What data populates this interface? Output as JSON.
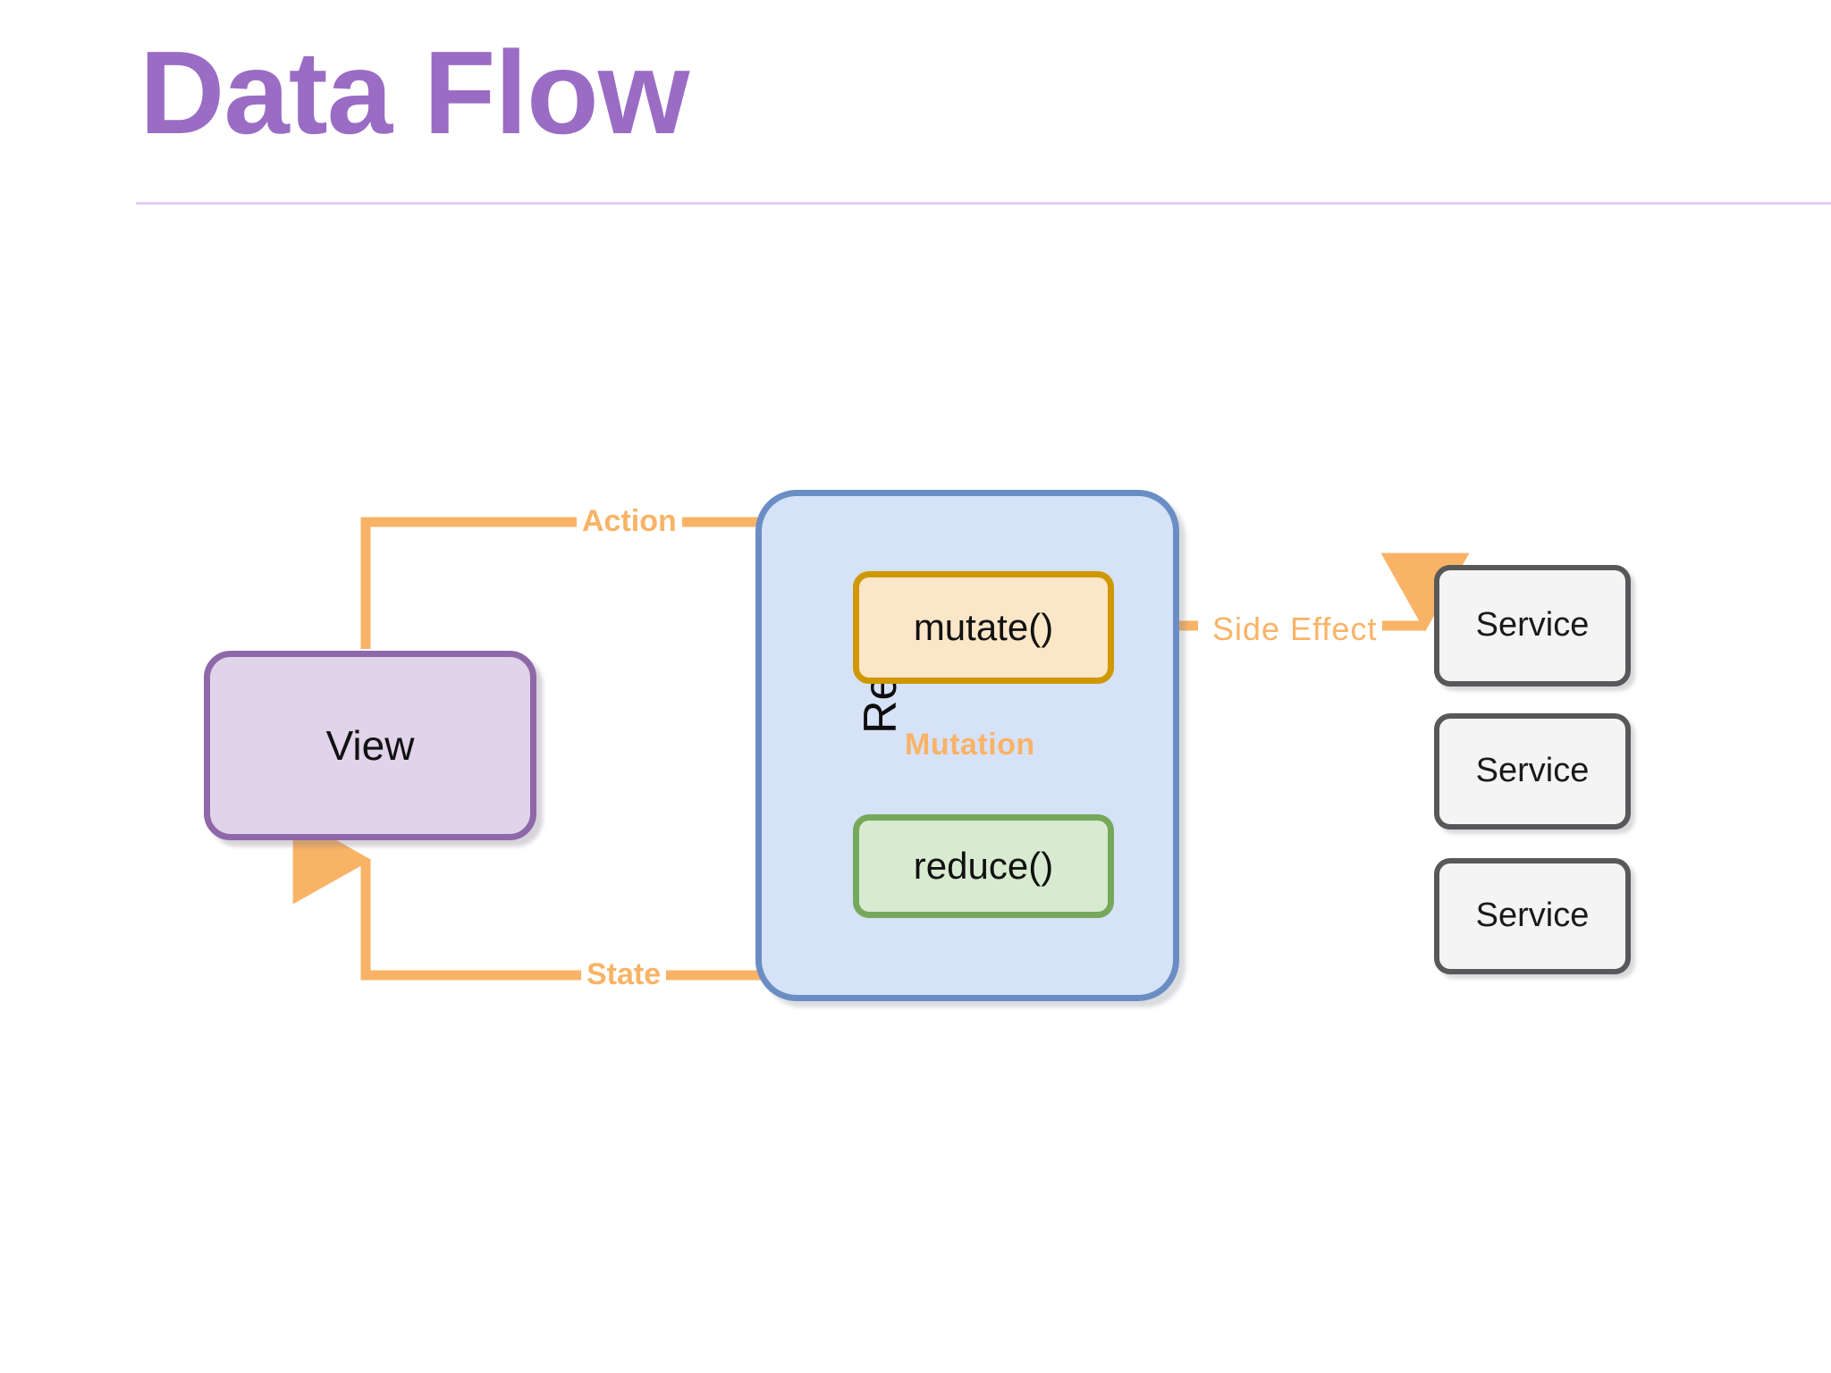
{
  "slide": {
    "title": "Data Flow",
    "background_color": "#ffffff",
    "title_color": "#9a6cc4",
    "rule_color": "#e3cdf0"
  },
  "diagram": {
    "type": "flow-diagram",
    "nodes": [
      {
        "id": "view",
        "label": "View",
        "fill": "#e0d3ea",
        "stroke": "#8e68a8"
      },
      {
        "id": "reactor",
        "label": "Reactor",
        "fill": "#d6e2f8",
        "stroke": "#6a8ec4"
      },
      {
        "id": "mutate",
        "label": "mutate()",
        "fill": "#fce6c8",
        "stroke": "#cf9800"
      },
      {
        "id": "reduce",
        "label": "reduce()",
        "fill": "#d8ebd0",
        "stroke": "#76a85c"
      }
    ],
    "services": [
      {
        "id": "service-0",
        "label": "Service"
      },
      {
        "id": "service-1",
        "label": "Service"
      },
      {
        "id": "service-2",
        "label": "Service"
      }
    ],
    "service_fill": "#f4f4f5",
    "service_stroke": "#58585a",
    "edges": [
      {
        "id": "action",
        "label": "Action",
        "from": "view",
        "to": "mutate",
        "bold": true
      },
      {
        "id": "mutation",
        "label": "Mutation",
        "from": "mutate",
        "to": "reduce",
        "bold": true
      },
      {
        "id": "state",
        "label": "State",
        "from": "reduce",
        "to": "view",
        "bold": true
      },
      {
        "id": "side-effect",
        "label": "Side Effect",
        "from": "mutate",
        "to": "service-0",
        "bold": false,
        "bidirectional": true
      }
    ],
    "edge_color": "#f9b366"
  }
}
